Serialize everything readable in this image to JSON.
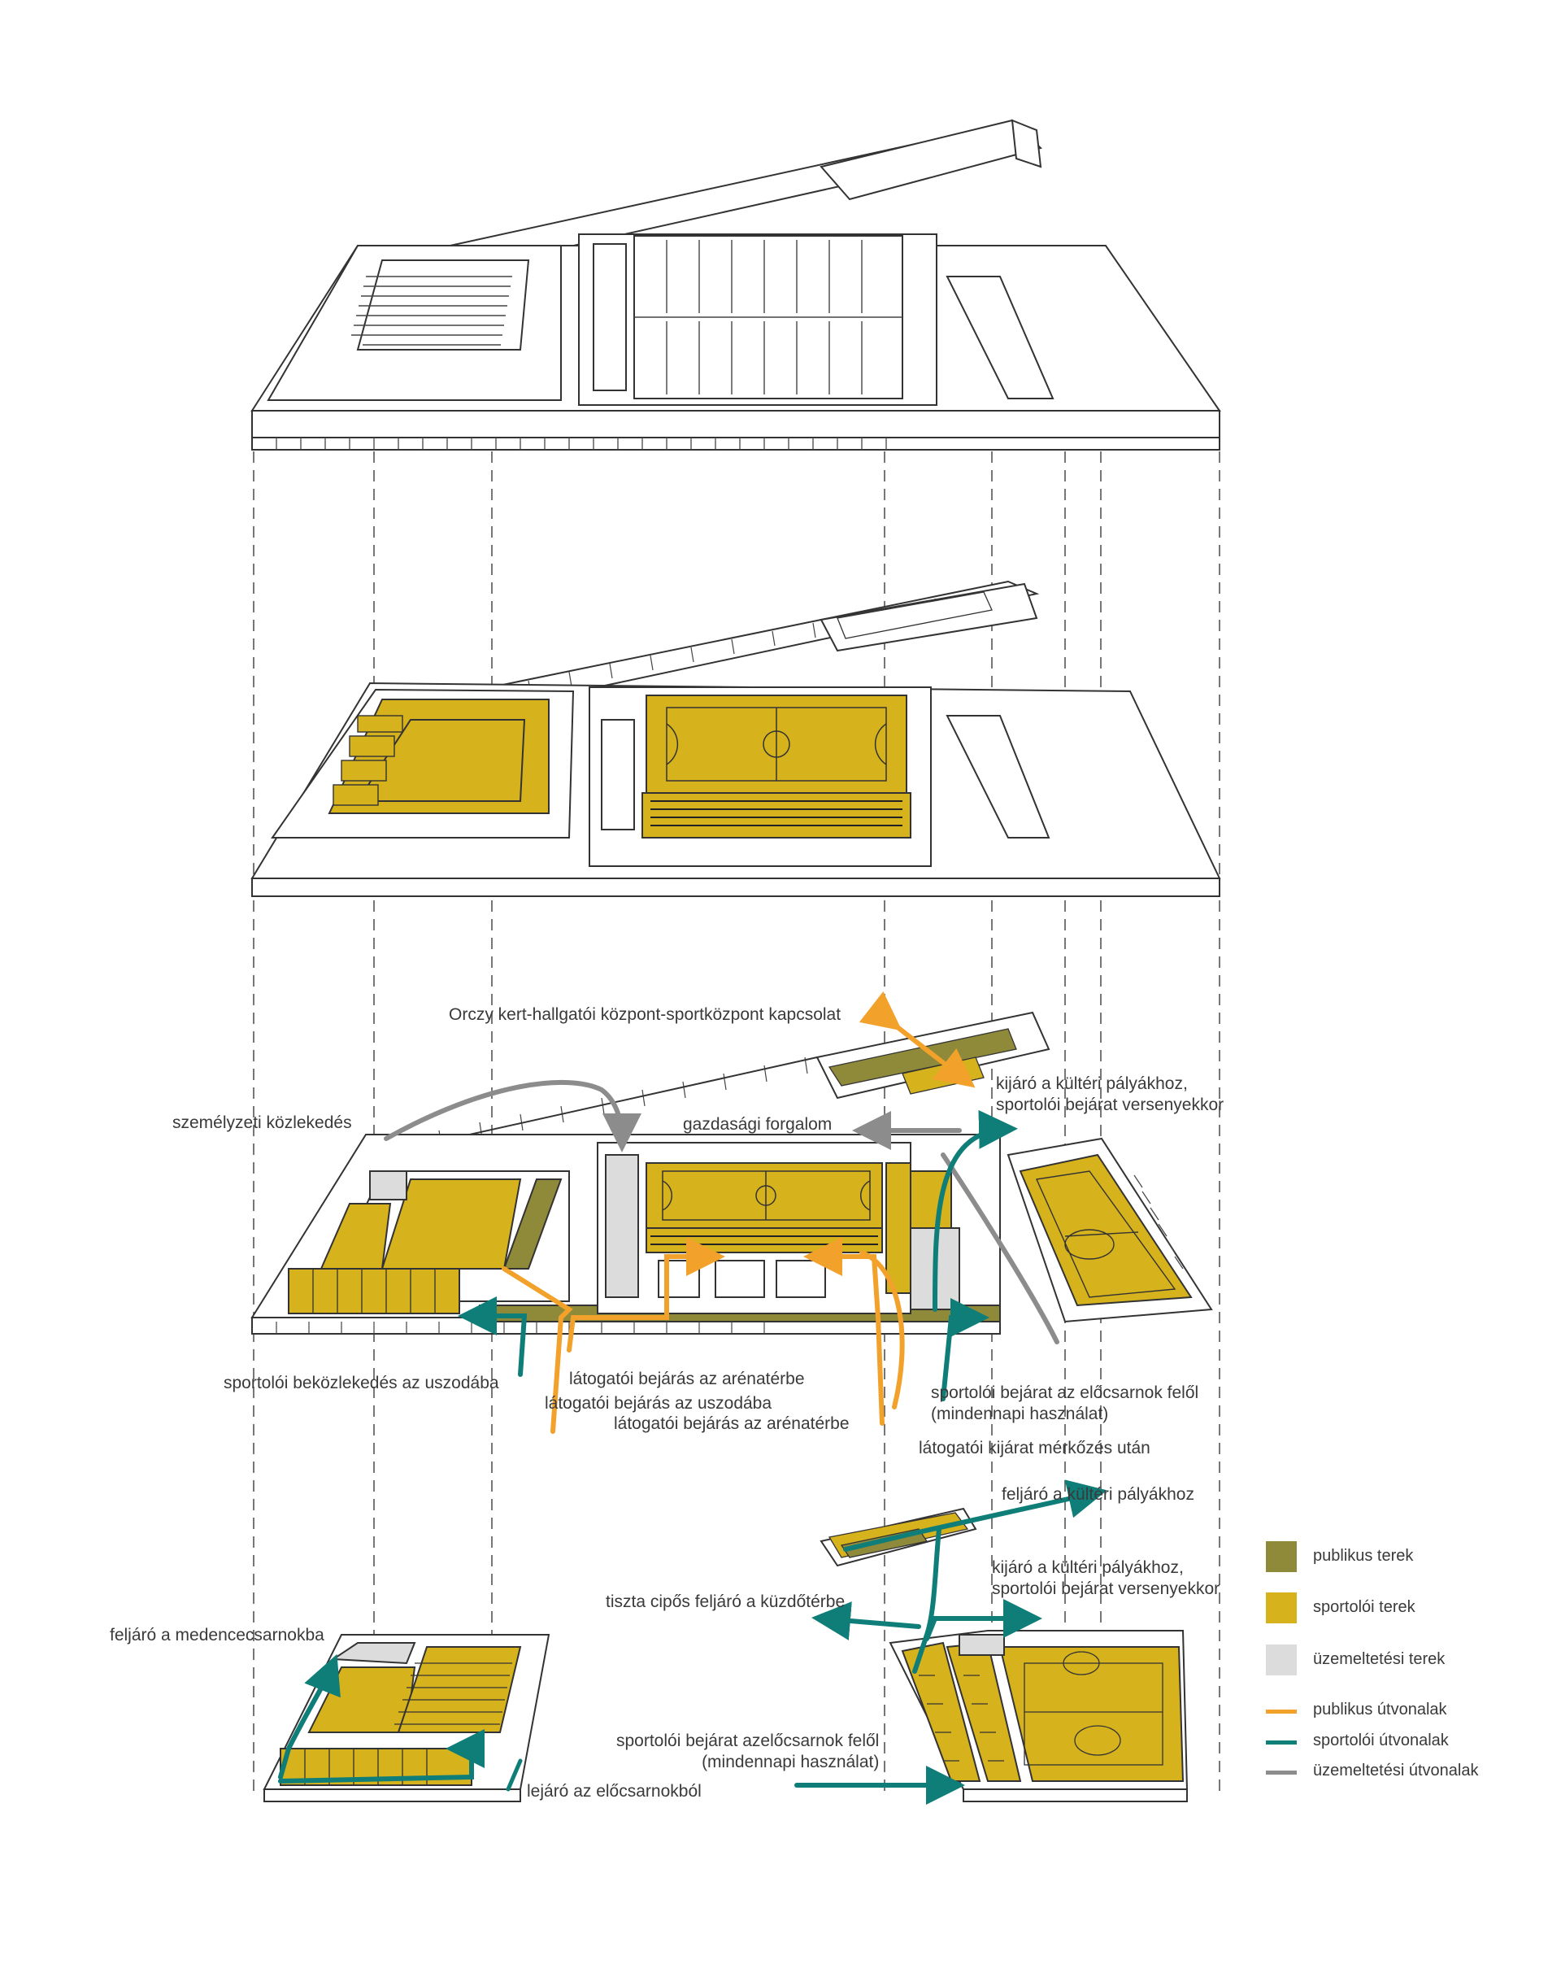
{
  "colors": {
    "public": "#8f8a3a",
    "sport": "#d6b21c",
    "service": "#dcdcdc",
    "public_route": "#f2a12a",
    "sport_route": "#0f7d78",
    "service_route": "#8c8c8c",
    "line": "#333333"
  },
  "labels": {
    "orczy": "Orczy kert-hallgatói központ-sportközpont kapcsolat",
    "kijaro1": "kijáró a kültéri pályákhoz,\nsportolói bejárat versenyekkor",
    "szemelyzeti": "személyzeti közlekedés",
    "gazdasagi": "gazdasági forgalom",
    "sportoloi_uszoda": "sportolói beközlekedés az uszodába",
    "latogatoi_arena1": "látogatói bejárás az arénatérbe",
    "latogatoi_uszoda": "látogatói bejárás az uszodába",
    "latogatoi_arena2": "látogatói bejárás az arénatérbe",
    "sportoloi_elocsarnok": "sportolói bejárat az előcsarnok felől\n(mindennapi használat)",
    "latogatoi_kijarat": "látogatói kijárat mérkőzés után",
    "feljaro_kulteri": "feljáró a kültéri pályákhoz",
    "kijaro2": "kijáró a kültéri pályákhoz,\nsportolói bejárat versenyekkor",
    "tiszta_cipos": "tiszta cipős feljáró a küzdőtérbe",
    "feljaro_medence": "feljáró a medencecsarnokba",
    "sportoloi_azelocsarnok": "sportolói bejárat azelőcsarnok felől\n(mindennapi használat)",
    "lejaro": "lejáró az előcsarnokból"
  },
  "legend": [
    {
      "label": "publikus terek",
      "kind": "fill",
      "color": "#8f8a3a"
    },
    {
      "label": "sportolói terek",
      "kind": "fill",
      "color": "#d6b21c"
    },
    {
      "label": "üzemeltetési terek",
      "kind": "fill",
      "color": "#dcdcdc"
    },
    {
      "label": "publikus útvonalak",
      "kind": "line",
      "color": "#f2a12a"
    },
    {
      "label": "sportolói útvonalak",
      "kind": "line",
      "color": "#0f7d78"
    },
    {
      "label": "üzemeltetési útvonalak",
      "kind": "line",
      "color": "#8c8c8c"
    }
  ]
}
